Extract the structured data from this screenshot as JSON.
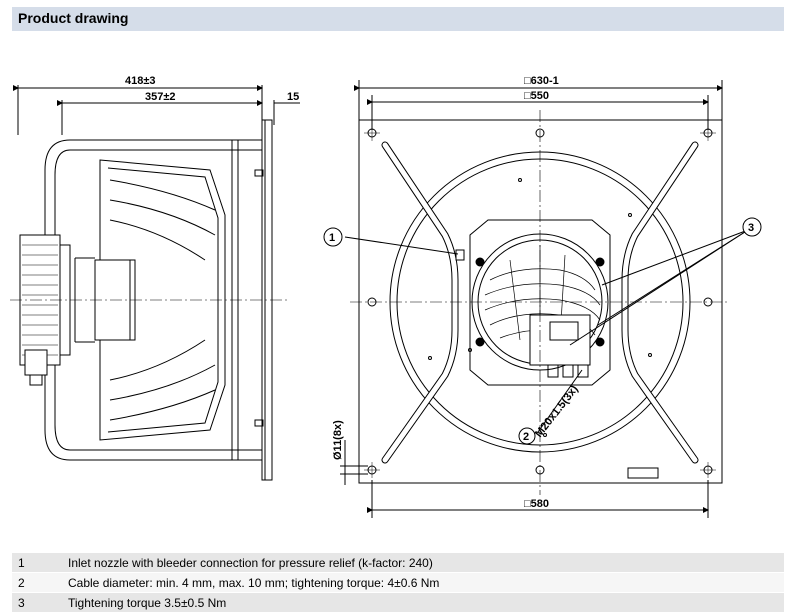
{
  "header": {
    "title": "Product drawing"
  },
  "side_view": {
    "dim_overall": "418±3",
    "dim_inner": "357±2",
    "dim_flange": "15"
  },
  "front_view": {
    "dim_square": "□630-1",
    "dim_hole_spacing": "□550",
    "dim_bottom": "□580",
    "dim_hole": "Ø11(8x)",
    "callout_1": "1",
    "callout_2": "2",
    "callout_3": "3",
    "cable_gland": "M20x1.5(3x)"
  },
  "notes": [
    {
      "num": "1",
      "text": "Inlet nozzle with bleeder connection for pressure relief (k-factor: 240)"
    },
    {
      "num": "2",
      "text": "Cable diameter: min. 4 mm, max. 10 mm; tightening torque: 4±0.6 Nm"
    },
    {
      "num": "3",
      "text": "Tightening torque 3.5±0.5 Nm"
    }
  ]
}
